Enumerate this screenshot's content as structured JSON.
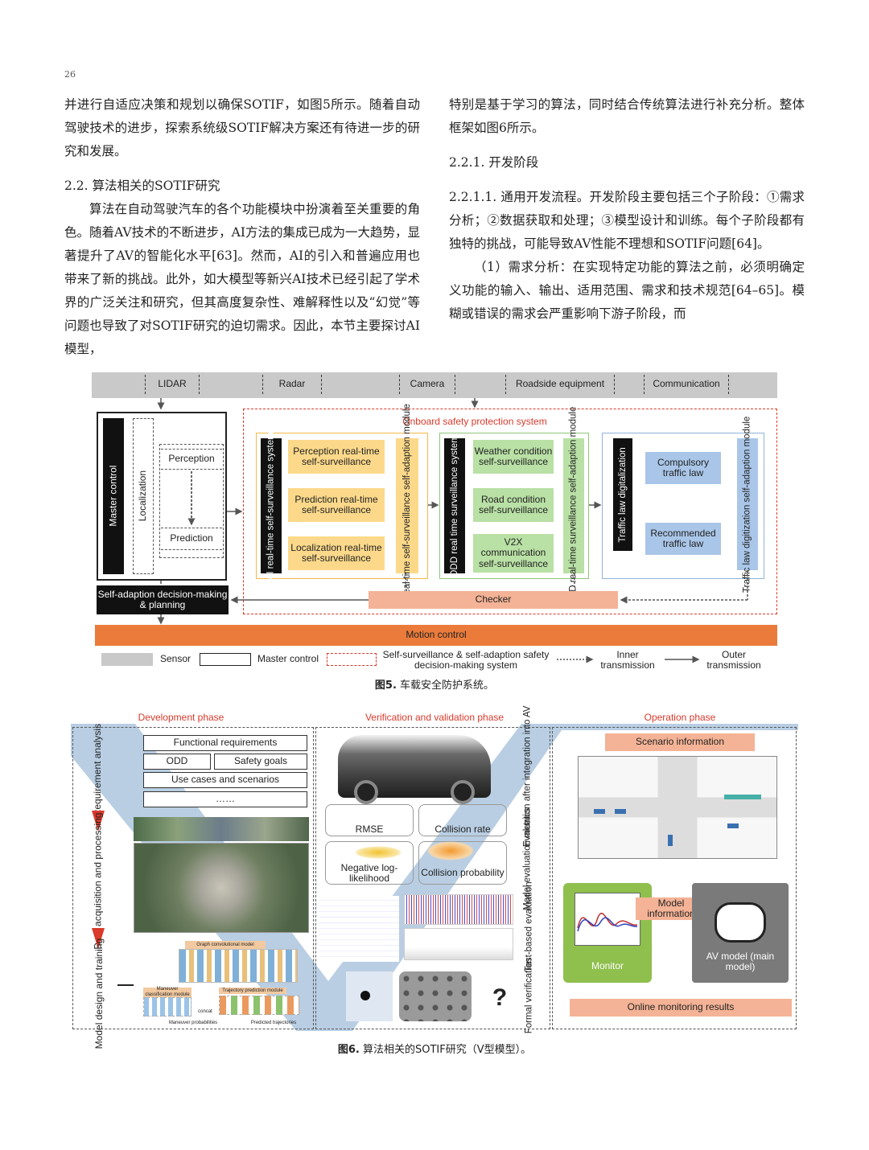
{
  "page_number": "26",
  "left_column": {
    "p1": "并进行自适应决策和规划以确保SOTIF，如图5所示。随着自动驾驶技术的进步，探索系统级SOTIF解决方案还有待进一步的研究和发展。",
    "h22": "2.2. 算法相关的SOTIF研究",
    "p2": "算法在自动驾驶汽车的各个功能模块中扮演着至关重要的角色。随着AV技术的不断进步，AI方法的集成已成为一大趋势，显著提升了AV的智能化水平[63]。然而，AI的引入和普遍应用也带来了新的挑战。此外，如大模型等新兴AI技术已经引起了学术界的广泛关注和研究，但其高度复杂性、难解释性以及“幻觉”等问题也导致了对SOTIF研究的迫切需求。因此，本节主要探讨AI模型，"
  },
  "right_column": {
    "p1": "特别是基于学习的算法，同时结合传统算法进行补充分析。整体框架如图6所示。",
    "h221": "2.2.1. 开发阶段",
    "p2": "2.2.1.1. 通用开发流程。开发阶段主要包括三个子阶段：①需求分析；②数据获取和处理；③模型设计和训练。每个子阶段都有独特的挑战，可能导致AV性能不理想和SOTIF问题[64]。",
    "p3": "（1）需求分析：在实现特定功能的算法之前，必须明确定义功能的输入、输出、适用范围、需求和技术规范[64–65]。模糊或错误的需求会严重影响下游子阶段，而"
  },
  "fig5": {
    "sensors": [
      "LIDAR",
      "Radar",
      "Camera",
      "Roadside equipment",
      "Communication"
    ],
    "master_control": "Master control",
    "localization": "Localization",
    "perception": "Perception",
    "prediction": "Prediction",
    "onboard_title": "Onboard safety protection system",
    "ai_sys": "AI real-time self-surveillance system",
    "ai_perc": "Perception real-time self-surveillance",
    "ai_pred": "Prediction real-time self-surveillance",
    "ai_loc": "Localization real-time self-surveillance",
    "ai_adapt": "AI real-time self-surveillance self-adaption module",
    "odd_sys": "ODD real time surveillance system",
    "odd_weather": "Weather condition self-surveillance",
    "odd_road": "Road condition self-surveillance",
    "odd_v2x": "V2X communication self-surveillance",
    "odd_adapt": "ODD real-time surveillance self-adaption module",
    "tl_dig": "Traffic law digitalization",
    "tl_comp": "Compulsory traffic law",
    "tl_rec": "Recommended traffic law",
    "tl_adapt": "Traffic law digitization self-adaption module",
    "decision": "Self-adaption decision-making & planning",
    "checker": "Checker",
    "motion": "Motion control",
    "legend": {
      "sensor": "Sensor",
      "master": "Master control",
      "safety": "Self-surveillance & self-adaption safety decision-making system",
      "inner": "Inner transmission",
      "outer": "Outer transmission"
    },
    "caption_label": "图5.",
    "caption_text": "车载安全防护系统。"
  },
  "fig6": {
    "phases": [
      "Development phase",
      "Verification and validation phase",
      "Operation phase"
    ],
    "req_label": "Requirement analysis",
    "req_items": [
      "Functional requirements",
      "ODD",
      "Safety goals",
      "Use cases and scenarios",
      "……"
    ],
    "data_label": "Data acquisition and processing",
    "model_label": "Model design and training",
    "gcn_label": "Graph convolutional model",
    "maneuver_label": "Maneuver classification module",
    "traj_label": "Trajectory prediction module",
    "concat_label": "concat",
    "man_prob": "Maneuver probabilities",
    "pred_traj": "Predicted trajectories",
    "metrics": [
      "RMSE",
      "Collision rate",
      "Negative log-likelihood",
      "Collision probability"
    ],
    "eval_after": "Evaluation after integration into AV",
    "model_eval": "Model evaluation metrics",
    "test_eval": "Test-based evaluation",
    "formal": "Formal verification",
    "scenario_info": "Scenario information",
    "model_info": "Model information",
    "monitor": "Monitor",
    "av_model": "AV model (main model)",
    "online": "Online monitoring results",
    "caption_label": "图6.",
    "caption_text": "算法相关的SOTIF研究（V型模型）。"
  }
}
